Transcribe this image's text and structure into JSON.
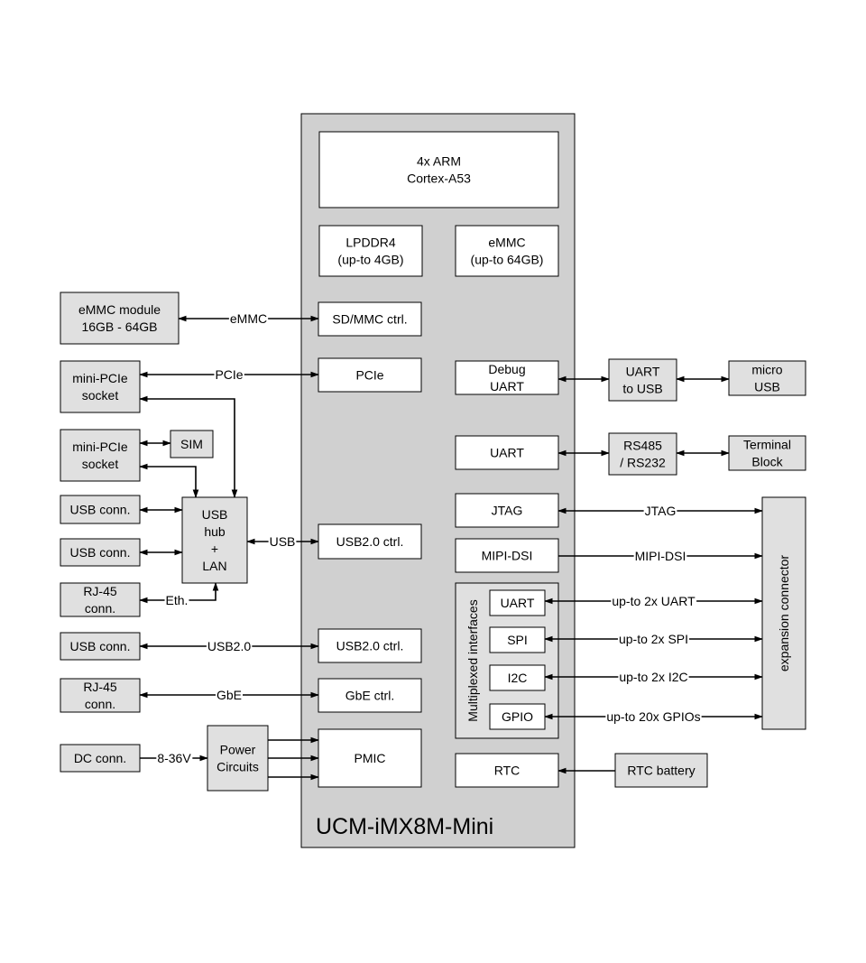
{
  "title": "UCM-iMX8M-Mini",
  "colors": {
    "background": "#ffffff",
    "module_fill": "#d0d0d0",
    "external_fill": "#e0e0e0",
    "internal_fill": "#ffffff",
    "line": "#000000"
  },
  "internal_blocks": [
    {
      "id": "cpu",
      "lines": [
        "4x ARM",
        "Cortex-A53"
      ]
    },
    {
      "id": "lpddr4",
      "lines": [
        "LPDDR4",
        "(up-to 4GB)"
      ]
    },
    {
      "id": "emmc",
      "lines": [
        "eMMC",
        "(up-to 64GB)"
      ]
    },
    {
      "id": "sdmmc",
      "lines": [
        "SD/MMC ctrl."
      ]
    },
    {
      "id": "pcie",
      "lines": [
        "PCIe"
      ]
    },
    {
      "id": "usb-ctrl-1",
      "lines": [
        "USB2.0 ctrl."
      ]
    },
    {
      "id": "usb-ctrl-2",
      "lines": [
        "USB2.0 ctrl."
      ]
    },
    {
      "id": "gbe",
      "lines": [
        "GbE ctrl."
      ]
    },
    {
      "id": "pmic",
      "lines": [
        "PMIC"
      ]
    },
    {
      "id": "debug-uart",
      "lines": [
        "Debug",
        "UART"
      ]
    },
    {
      "id": "uart",
      "lines": [
        "UART"
      ]
    },
    {
      "id": "jtag",
      "lines": [
        "JTAG"
      ]
    },
    {
      "id": "mipi-dsi",
      "lines": [
        "MIPI-DSI"
      ]
    },
    {
      "id": "rtc",
      "lines": [
        "RTC"
      ]
    }
  ],
  "multiplexed_group": {
    "label": "Multiplexed interfaces",
    "items": [
      {
        "id": "mux-uart",
        "lines": [
          "UART"
        ]
      },
      {
        "id": "mux-spi",
        "lines": [
          "SPI"
        ]
      },
      {
        "id": "mux-i2c",
        "lines": [
          "I2C"
        ]
      },
      {
        "id": "mux-gpio",
        "lines": [
          "GPIO"
        ]
      }
    ]
  },
  "external_blocks": [
    {
      "id": "emmc-module",
      "lines": [
        "eMMC module",
        "16GB - 64GB"
      ]
    },
    {
      "id": "minipcie-1",
      "lines": [
        "mini-PCIe",
        "socket"
      ]
    },
    {
      "id": "minipcie-2",
      "lines": [
        "mini-PCIe",
        "socket"
      ]
    },
    {
      "id": "sim",
      "lines": [
        "SIM"
      ]
    },
    {
      "id": "usb-conn-1",
      "lines": [
        "USB conn."
      ]
    },
    {
      "id": "usb-conn-2",
      "lines": [
        "USB conn."
      ]
    },
    {
      "id": "rj45-1",
      "lines": [
        "RJ-45",
        "conn."
      ]
    },
    {
      "id": "usb-hub",
      "lines": [
        "USB",
        "hub",
        "+",
        "LAN"
      ]
    },
    {
      "id": "usb-conn-3",
      "lines": [
        "USB conn."
      ]
    },
    {
      "id": "rj45-2",
      "lines": [
        "RJ-45",
        "conn."
      ]
    },
    {
      "id": "dc-conn",
      "lines": [
        "DC conn."
      ]
    },
    {
      "id": "power",
      "lines": [
        "Power",
        "Circuits"
      ]
    },
    {
      "id": "uart-to-usb",
      "lines": [
        "UART",
        "to USB"
      ]
    },
    {
      "id": "micro-usb",
      "lines": [
        "micro",
        "USB"
      ]
    },
    {
      "id": "rs485",
      "lines": [
        "RS485",
        "/ RS232"
      ]
    },
    {
      "id": "terminal-block",
      "lines": [
        "Terminal",
        "Block"
      ]
    },
    {
      "id": "rtc-battery",
      "lines": [
        "RTC battery"
      ]
    },
    {
      "id": "expansion",
      "lines": [
        "expansion connector"
      ]
    }
  ],
  "connections": [
    {
      "id": "emmc-link",
      "from": "emmc-module",
      "to": "sdmmc",
      "label": "eMMC",
      "direction": "bidirectional"
    },
    {
      "id": "pcie-link",
      "from": "minipcie-1",
      "to": "pcie",
      "label": "PCIe",
      "direction": "bidirectional"
    },
    {
      "id": "minipcie1-hub",
      "from": "minipcie-1",
      "to": "usb-hub",
      "label": "",
      "direction": "bidirectional"
    },
    {
      "id": "minipcie2-sim",
      "from": "minipcie-2",
      "to": "sim",
      "label": "",
      "direction": "bidirectional"
    },
    {
      "id": "minipcie2-hub",
      "from": "minipcie-2",
      "to": "usb-hub",
      "label": "",
      "direction": "bidirectional"
    },
    {
      "id": "usbconn1-hub",
      "from": "usb-conn-1",
      "to": "usb-hub",
      "label": "",
      "direction": "bidirectional"
    },
    {
      "id": "usbconn2-hub",
      "from": "usb-conn-2",
      "to": "usb-hub",
      "label": "",
      "direction": "bidirectional"
    },
    {
      "id": "eth-link",
      "from": "rj45-1",
      "to": "usb-hub",
      "label": "Eth.",
      "direction": "bidirectional"
    },
    {
      "id": "hub-usb",
      "from": "usb-hub",
      "to": "usb-ctrl-1",
      "label": "USB",
      "direction": "bidirectional"
    },
    {
      "id": "usb20-link",
      "from": "usb-conn-3",
      "to": "usb-ctrl-2",
      "label": "USB2.0",
      "direction": "bidirectional"
    },
    {
      "id": "gbe-link",
      "from": "rj45-2",
      "to": "gbe",
      "label": "GbE",
      "direction": "bidirectional"
    },
    {
      "id": "dc-link",
      "from": "dc-conn",
      "to": "power",
      "label": "8-36V",
      "direction": "forward"
    },
    {
      "id": "power-pmic",
      "from": "power",
      "to": "pmic",
      "label": "",
      "direction": "forward",
      "count": 3
    },
    {
      "id": "debug-link",
      "from": "debug-uart",
      "to": "uart-to-usb",
      "label": "",
      "direction": "bidirectional"
    },
    {
      "id": "microusb-link",
      "from": "uart-to-usb",
      "to": "micro-usb",
      "label": "",
      "direction": "bidirectional"
    },
    {
      "id": "uart-link",
      "from": "uart",
      "to": "rs485",
      "label": "",
      "direction": "bidirectional"
    },
    {
      "id": "terminal-link",
      "from": "rs485",
      "to": "terminal-block",
      "label": "",
      "direction": "bidirectional"
    },
    {
      "id": "jtag-link",
      "from": "jtag",
      "to": "expansion",
      "label": "JTAG",
      "direction": "bidirectional"
    },
    {
      "id": "mipi-link",
      "from": "mipi-dsi",
      "to": "expansion",
      "label": "MIPI-DSI",
      "direction": "forward"
    },
    {
      "id": "mux-uart-link",
      "from": "mux-uart",
      "to": "expansion",
      "label": "up-to 2x UART",
      "direction": "bidirectional"
    },
    {
      "id": "mux-spi-link",
      "from": "mux-spi",
      "to": "expansion",
      "label": "up-to 2x SPI",
      "direction": "bidirectional"
    },
    {
      "id": "mux-i2c-link",
      "from": "mux-i2c",
      "to": "expansion",
      "label": "up-to 2x I2C",
      "direction": "bidirectional"
    },
    {
      "id": "mux-gpio-link",
      "from": "mux-gpio",
      "to": "expansion",
      "label": "up-to 20x GPIOs",
      "direction": "bidirectional"
    },
    {
      "id": "rtc-battery-link",
      "from": "rtc-battery",
      "to": "rtc",
      "label": "",
      "direction": "forward"
    }
  ]
}
